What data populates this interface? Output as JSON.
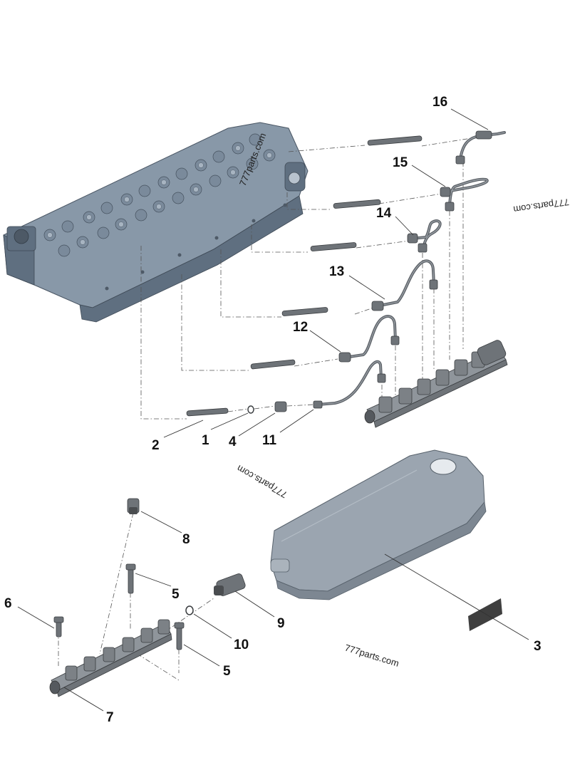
{
  "callouts": [
    {
      "id": "c16",
      "text": "16"
    },
    {
      "id": "c15",
      "text": "15"
    },
    {
      "id": "c14",
      "text": "14"
    },
    {
      "id": "c13",
      "text": "13"
    },
    {
      "id": "c12",
      "text": "12"
    },
    {
      "id": "c2",
      "text": "2"
    },
    {
      "id": "c1",
      "text": "1"
    },
    {
      "id": "c4",
      "text": "4"
    },
    {
      "id": "c11",
      "text": "11"
    },
    {
      "id": "c8",
      "text": "8"
    },
    {
      "id": "c5a",
      "text": "5"
    },
    {
      "id": "c6",
      "text": "6"
    },
    {
      "id": "c9",
      "text": "9"
    },
    {
      "id": "c10",
      "text": "10"
    },
    {
      "id": "c5b",
      "text": "5"
    },
    {
      "id": "c3",
      "text": "3"
    },
    {
      "id": "c7",
      "text": "7"
    }
  ],
  "watermarks": [
    {
      "id": "wm1",
      "text": "777parts.com"
    },
    {
      "id": "wm2",
      "text": "777parts.com"
    },
    {
      "id": "wm3",
      "text": "777parts.com"
    },
    {
      "id": "wm4",
      "text": "777parts.com"
    }
  ]
}
